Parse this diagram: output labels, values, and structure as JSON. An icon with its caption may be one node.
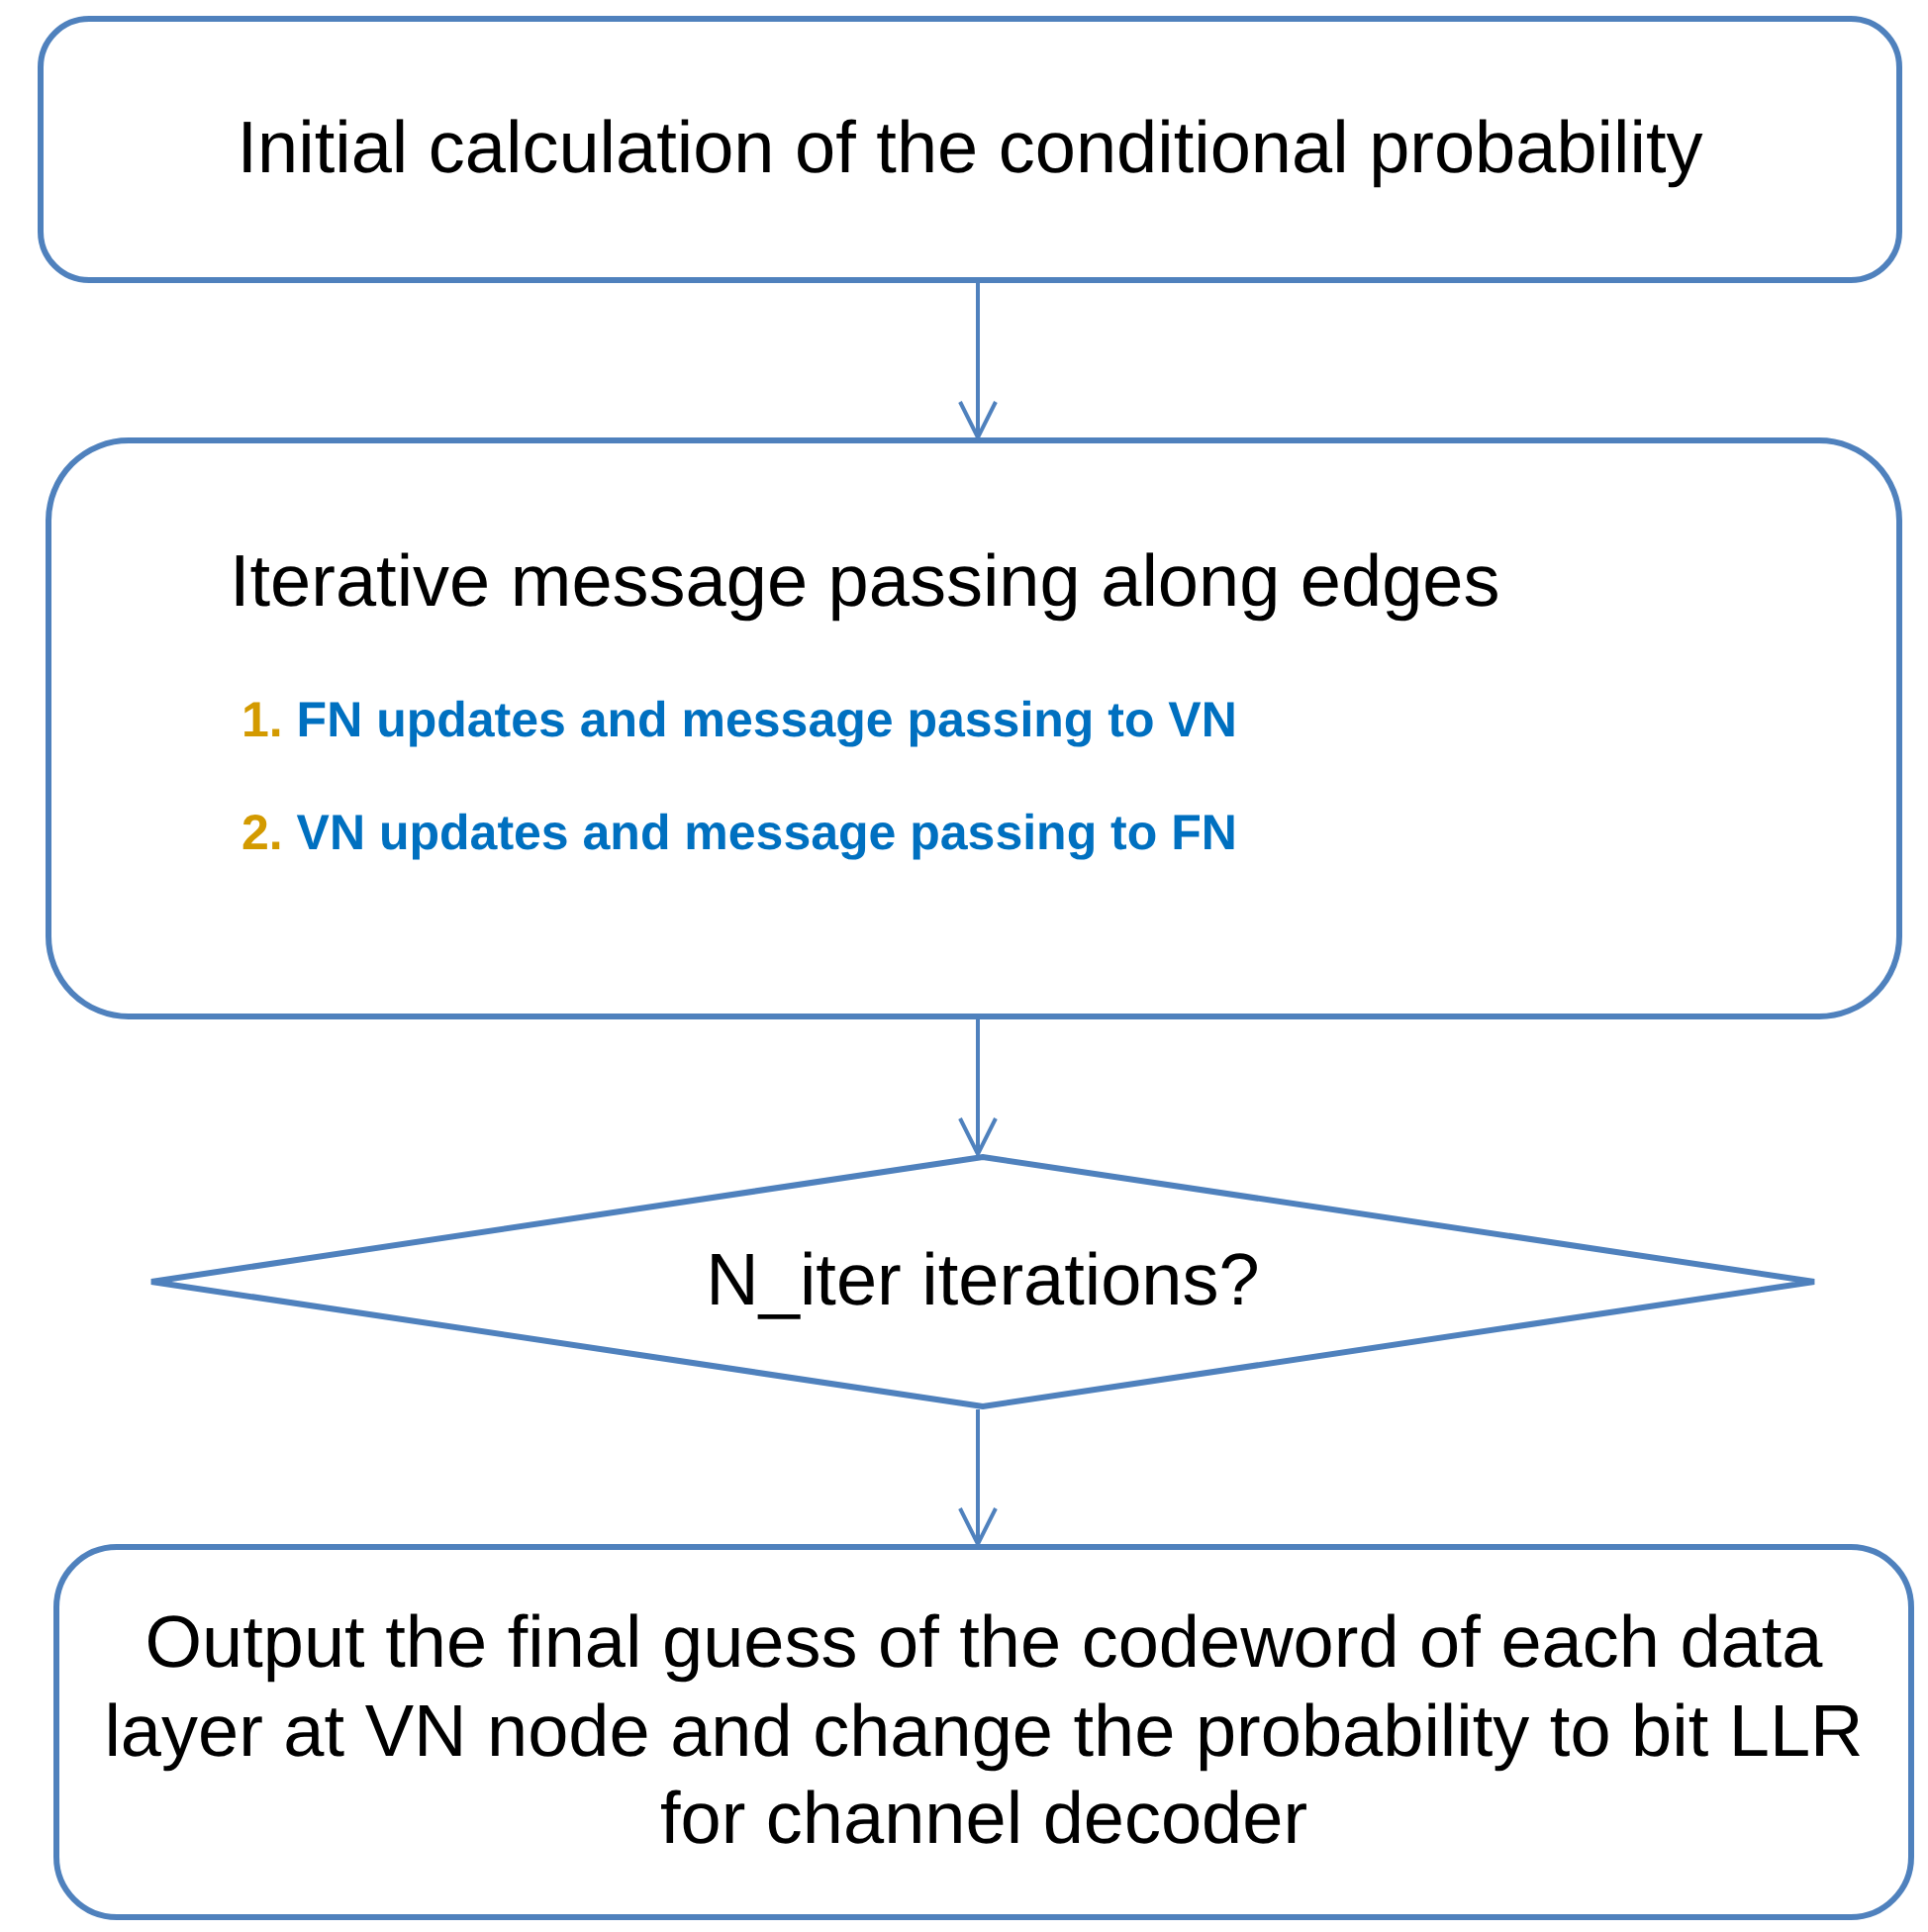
{
  "diagram": {
    "nodes": [
      {
        "text": [
          "Initial calculation of the conditional probability"
        ]
      },
      {
        "text": [
          "Iterative message passing along edges",
          "1. FN updates and message passing to VN",
          "2. VN updates and message passing to FN"
        ]
      },
      {
        "text": [
          "N_iter iterations?"
        ]
      },
      {
        "text": [
          "Output the final guess of the codeword of each data layer at VN node and change the probability to bit LLR for channel decoder"
        ]
      }
    ],
    "edges": [
      {
        "from": 0,
        "to": 1,
        "arrow": "to"
      },
      {
        "from": 1,
        "to": 2,
        "arrow": "to"
      },
      {
        "from": 2,
        "to": 3,
        "arrow": "to"
      }
    ]
  }
}
